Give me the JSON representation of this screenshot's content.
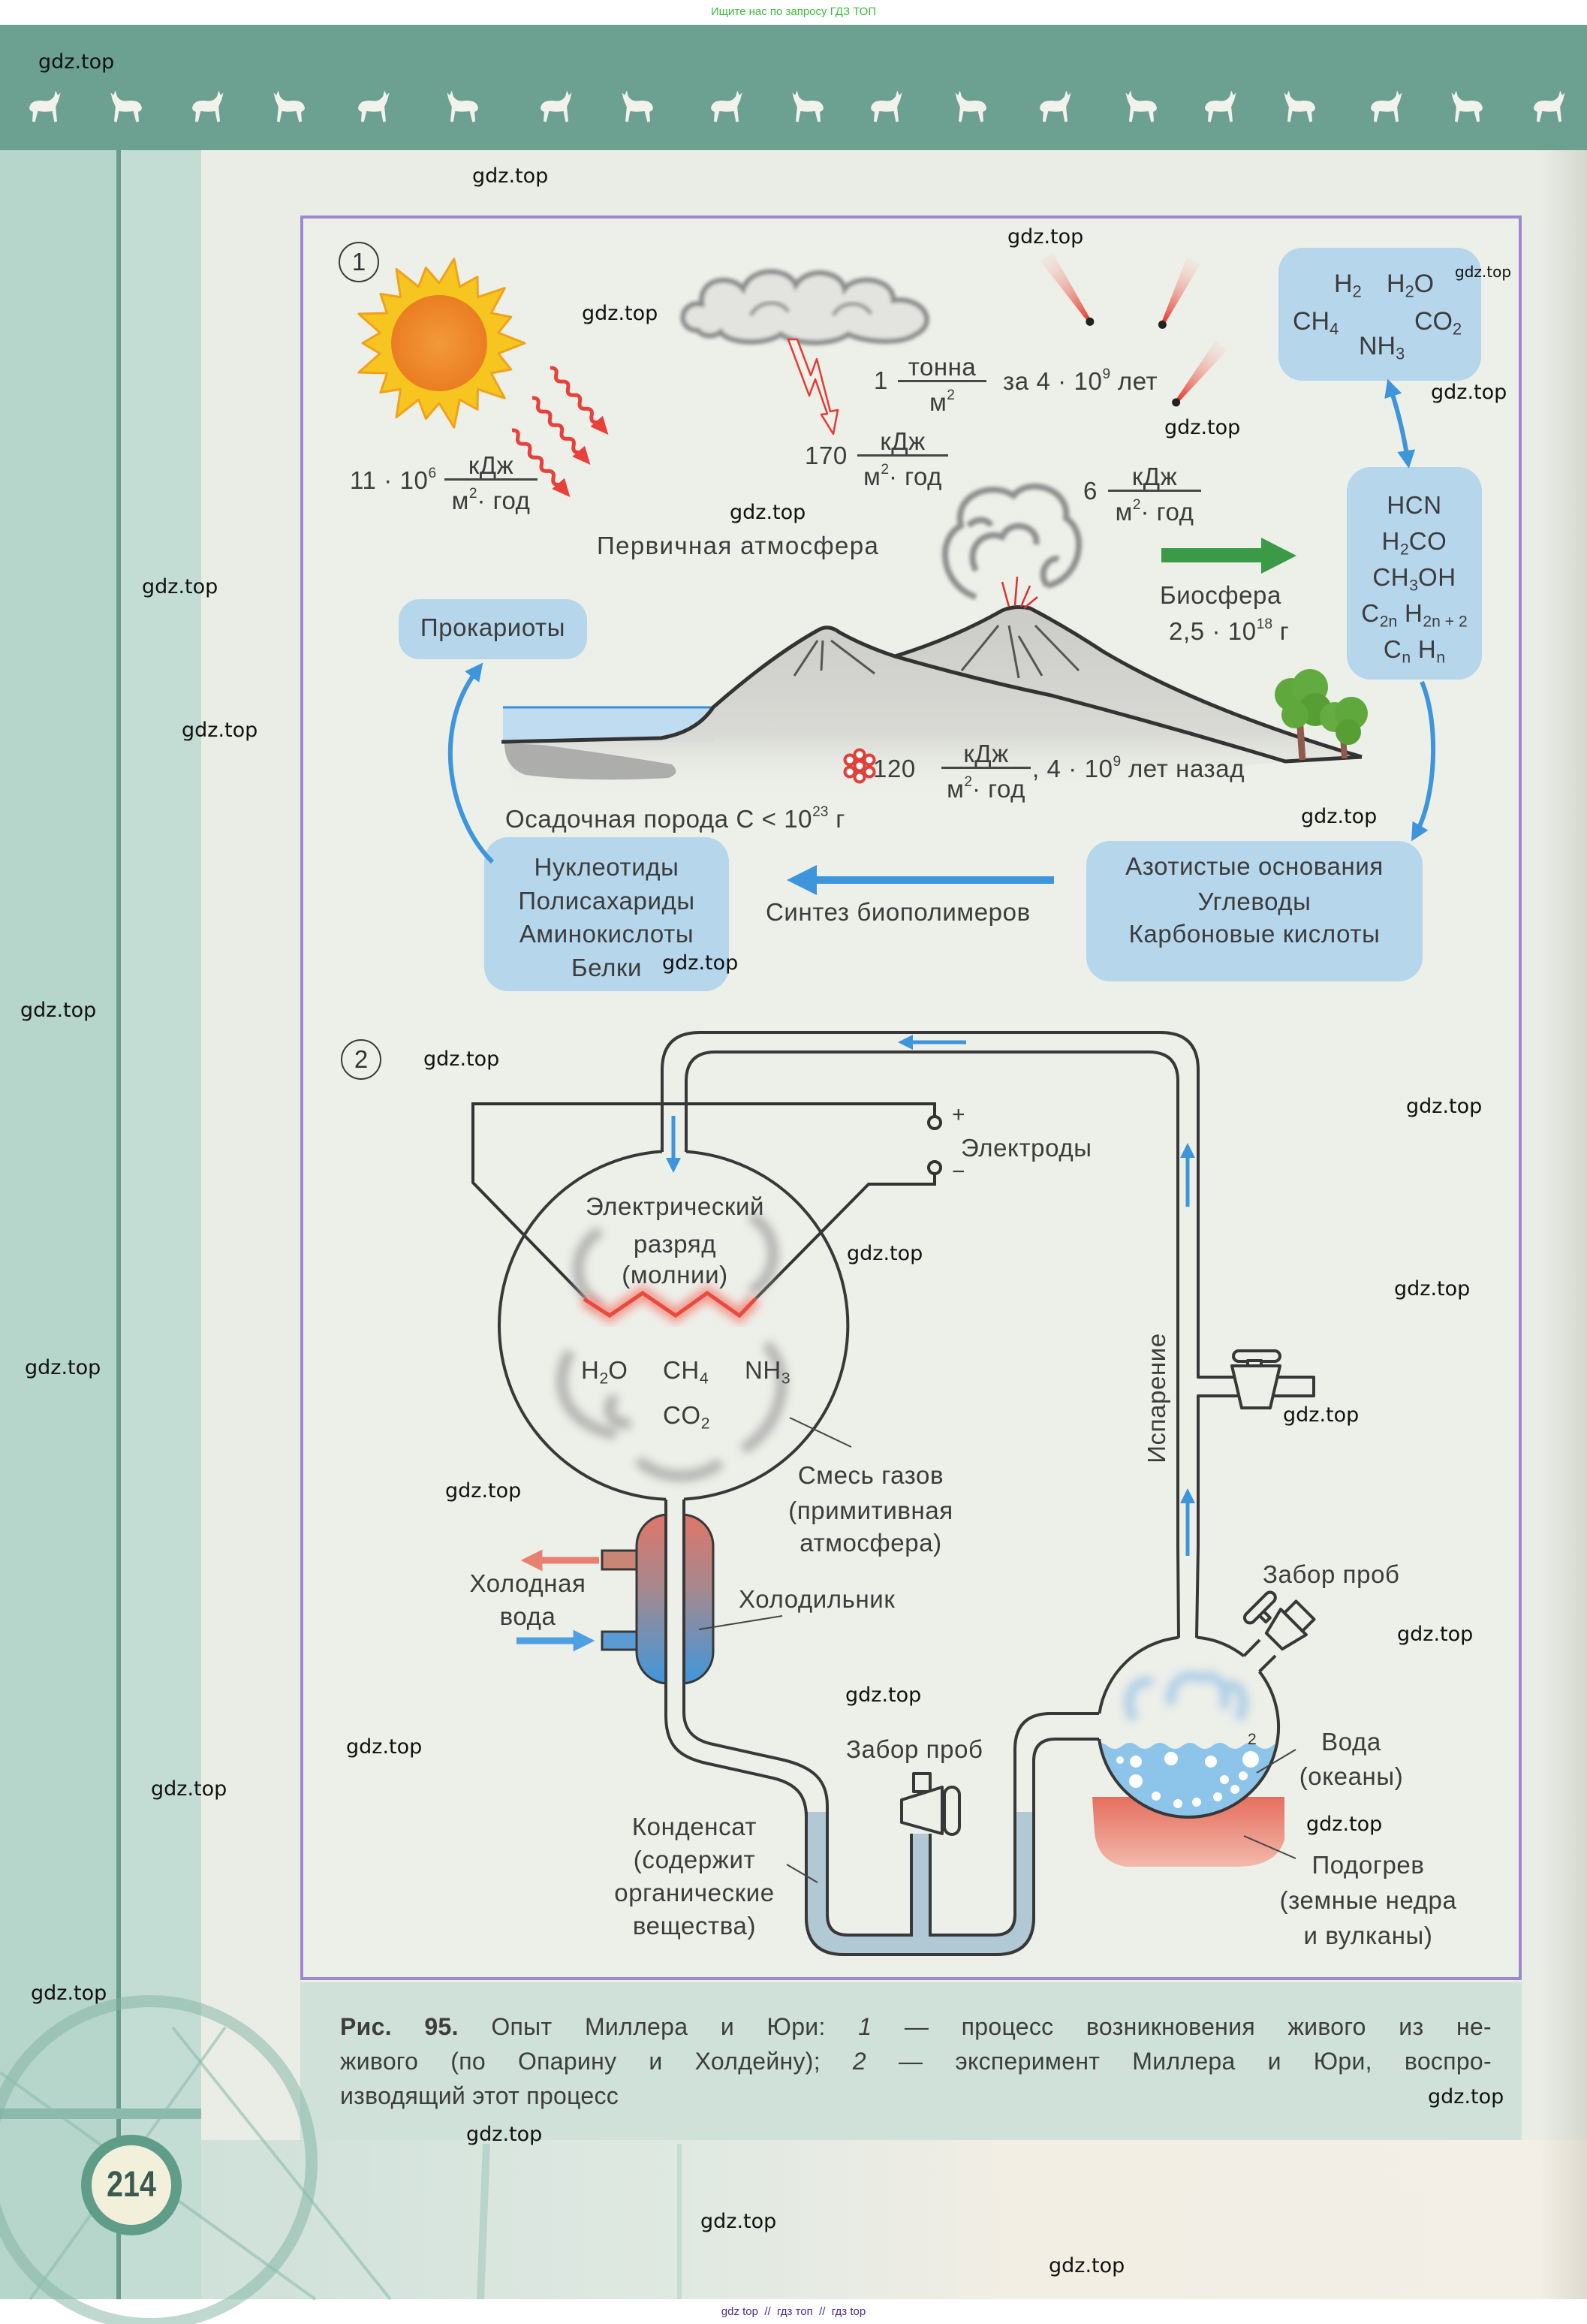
{
  "banner": {
    "top_text": "Ищите нас по запросу ГДЗ ТОП",
    "bottom_text": "gdz top  //  гдз топ  //  гдз top"
  },
  "page_number": "214",
  "colors": {
    "header_green": "#6ca090",
    "banner_green_text": "#3cba3c",
    "footer_purple_text": "#4c2b8e",
    "frame_purple": "#9d88d2",
    "box_blue": "#b6d6ec",
    "arrow_blue": "#3d95dc",
    "arrow_green": "#3a9a45",
    "spark_red": "#e84a3e",
    "caption_band": "#cfe1d8"
  },
  "header": {
    "decor_icons": [
      "animal-silhouette",
      "animal-silhouette",
      "animal-silhouette",
      "animal-silhouette",
      "animal-silhouette",
      "animal-silhouette",
      "animal-silhouette",
      "animal-silhouette",
      "animal-silhouette",
      "animal-silhouette",
      "animal-silhouette",
      "animal-silhouette",
      "animal-silhouette",
      "animal-silhouette",
      "animal-silhouette",
      "animal-silhouette",
      "animal-silhouette",
      "animal-silhouette",
      "animal-silhouette"
    ]
  },
  "figure": {
    "part1": {
      "marker": "1",
      "icons": [
        "sun-icon",
        "cloud-icon",
        "lightning-icon",
        "meteor-icon",
        "volcano-icon",
        "tree-icon",
        "radioactivity-icon"
      ],
      "sun": {
        "value": "11 · 10",
        "exp": "6",
        "num": "кДж",
        "den": "м",
        "den_exp": "2",
        "den_tail": "· год"
      },
      "lightning": {
        "value": "170",
        "num": "кДж",
        "den": "м",
        "den_exp": "2",
        "den_tail": "· год"
      },
      "meteorites": {
        "value": "1",
        "num": "тонна",
        "den": "м",
        "den_exp": "2",
        "den_tail": "",
        "tail": "за 4 · 10",
        "tail_exp": "9",
        "tail_end": " лет"
      },
      "volcanic": {
        "value": "6",
        "num": "кДж",
        "den": "м",
        "den_exp": "2",
        "den_tail": "· год"
      },
      "primary_atmosphere_label": "Первичная атмосфера",
      "gases": [
        {
          "a": "H",
          "s": "2",
          "b": ""
        },
        {
          "a": "H",
          "s": "2",
          "b": "O"
        },
        {
          "a": "CH",
          "s": "4",
          "b": ""
        },
        {
          "a": "CO",
          "s": "2",
          "b": ""
        },
        {
          "a": "NH",
          "s": "3",
          "b": ""
        }
      ],
      "organics": [
        {
          "a": "HCN",
          "s": "",
          "b": "",
          "s2": ""
        },
        {
          "a": "H",
          "s": "2",
          "b": "CO",
          "s2": ""
        },
        {
          "a": "CH",
          "s": "3",
          "b": "OH",
          "s2": ""
        },
        {
          "a": "C",
          "s": "2n",
          "b": " H",
          "s2": "2n + 2"
        },
        {
          "a": "C",
          "s": "n",
          "b": " H",
          "s2": "n"
        }
      ],
      "biosphere": {
        "label": "Биосфера",
        "value": "2,5 · 10",
        "exp": "18",
        "unit": " г"
      },
      "prokaryotes_label": "Прокариоты",
      "sediment": {
        "label": "Осадочная порода C < 10",
        "exp": "23",
        "unit": " г"
      },
      "radioactivity": {
        "value": "120",
        "num": "кДж",
        "den": "м",
        "den_exp": "2",
        "den_tail": "· год",
        "tail": ", 4 · 10",
        "tail_exp": "9",
        "tail_end": " лет назад"
      },
      "biopolymers": [
        "Нуклеотиды",
        "Полисахариды",
        "Аминокислоты",
        "Белки"
      ],
      "monomers": [
        "Азотистые основания",
        "Углеводы",
        "Карбоновые кислоты"
      ],
      "synthesis_label": "Синтез биополимеров"
    },
    "part2": {
      "marker": "2",
      "electrodes_label": "Электроды",
      "plus": "+",
      "minus": "−",
      "discharge": [
        "Электрический",
        "разряд",
        "(молнии)"
      ],
      "flask_gases": [
        {
          "a": "H",
          "s": "2",
          "b": "O"
        },
        {
          "a": "CH",
          "s": "4",
          "b": ""
        },
        {
          "a": "NH",
          "s": "3",
          "b": ""
        },
        {
          "a": "CO",
          "s": "2",
          "b": ""
        }
      ],
      "gas_mixture": [
        "Смесь газов",
        "(примитивная",
        "атмосфера)"
      ],
      "evaporation": "Испарение",
      "cold_water": [
        "Холодная",
        "вода"
      ],
      "condenser": "Холодильник",
      "sampling_middle": "Забор проб",
      "condensate": [
        "Конденсат",
        "(содержит",
        "органические",
        "вещества)"
      ],
      "sampling_flask": "Забор проб",
      "water": [
        "Вода",
        "(океаны)"
      ],
      "heating": [
        "Подогрев",
        "(земные недра",
        "и вулканы)"
      ],
      "flask_index": "2"
    },
    "caption": {
      "label": "Рис. 95.",
      "line1": {
        "pre": " Опыт Миллера и Юри: ",
        "num": "1",
        "post": " — процесс возникновения живого из не-"
      },
      "line2": {
        "pre": "живого (по Опарину и Холдейну); ",
        "num": "2",
        "post": " — эксперимент Миллера и Юри, воспро-"
      },
      "line3": "изводящий этот процесс"
    }
  },
  "watermarks": [
    "gdz.top",
    "gdz.top",
    "gdz.top",
    "gdz.top",
    "gdz.top",
    "gdz.top",
    "gdz.top",
    "gdz.top",
    "gdz.top",
    "gdz.top",
    "gdz.top",
    "gdz.top",
    "gdz.top",
    "gdz.top",
    "gdz.top",
    "gdz.top",
    "gdz.top",
    "gdz.top",
    "gdz.top",
    "gdz.top",
    "gdz.top",
    "gdz.top",
    "gdz.top",
    "gdz.top",
    "gdz.top",
    "gdz.top",
    "gdz.top",
    "gdz.top",
    "gdz.top",
    "gdz.top"
  ]
}
